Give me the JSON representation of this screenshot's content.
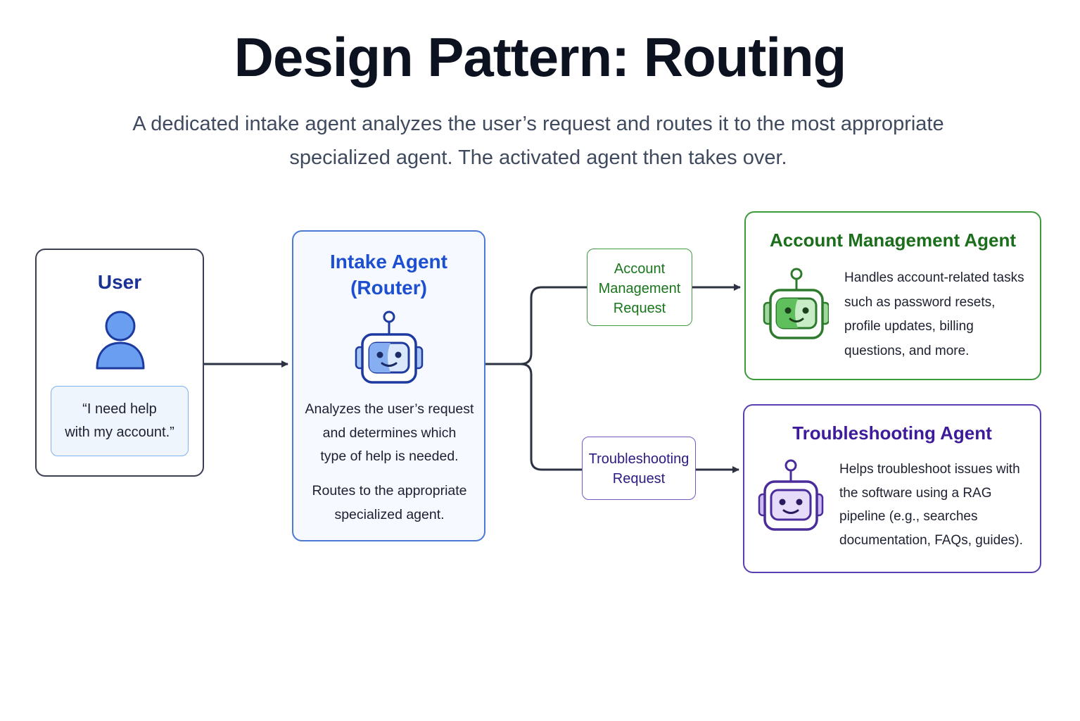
{
  "header": {
    "title": "Design Pattern: Routing",
    "subtitle_line1": "A dedicated intake agent analyzes the user’s request and routes it to the most appropriate",
    "subtitle_line2": "specialized agent. The activated agent then takes over."
  },
  "user": {
    "title": "User",
    "icon": "person-icon",
    "quote_line1": "“I need help",
    "quote_line2": "with my account.”"
  },
  "intake": {
    "title_line1": "Intake Agent",
    "title_line2": "(Router)",
    "icon": "robot-icon",
    "desc_lines": [
      "Analyzes the user’s request",
      "and determines which",
      "type of help is needed."
    ],
    "route_lines": [
      "Routes to the appropriate",
      "specialized agent."
    ]
  },
  "requests": {
    "account_lines": [
      "Account",
      "Management",
      "Request"
    ],
    "trouble_lines": [
      "Troubleshooting",
      "Request"
    ]
  },
  "account_agent": {
    "title": "Account Management Agent",
    "icon": "robot-icon",
    "desc_lines": [
      "Handles account-related tasks",
      "such as password resets,",
      "profile updates, billing",
      "questions, and more."
    ]
  },
  "trouble_agent": {
    "title": "Troubleshooting Agent",
    "icon": "robot-icon",
    "desc_lines": [
      "Helps troubleshoot issues with",
      "the software using a RAG",
      "pipeline (e.g., searches",
      "documentation, FAQs, guides)."
    ]
  },
  "colors": {
    "user": "#1a3296",
    "intake": "#1d4fd1",
    "account": "#1b6e1b",
    "trouble": "#3d1b9a",
    "connector": "#2c3242"
  }
}
